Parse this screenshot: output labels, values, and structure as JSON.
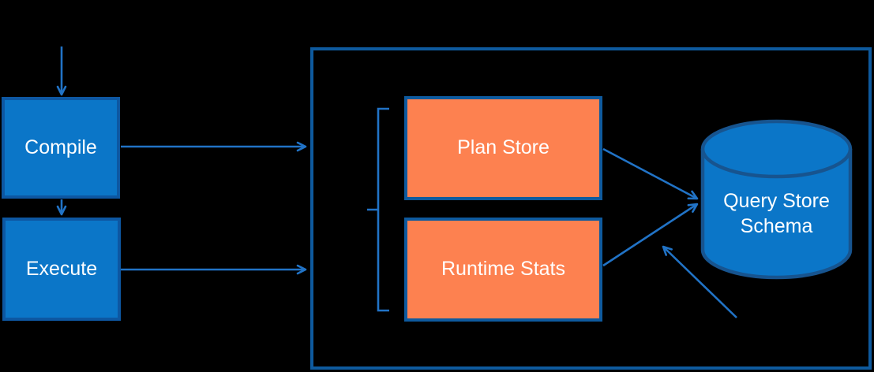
{
  "diagram": {
    "background": "#000000",
    "text_color": "#ffffff",
    "nodes": {
      "compile": {
        "label": "Compile",
        "fill": "#0b76c8",
        "border": "#0d57a2",
        "shape": "rectangle"
      },
      "execute": {
        "label": "Execute",
        "fill": "#0b76c8",
        "border": "#0d57a2",
        "shape": "rectangle"
      },
      "plan_store": {
        "label": "Plan Store",
        "fill": "#fd8150",
        "border": "#0e5a9e",
        "shape": "rectangle"
      },
      "runtime_stats": {
        "label": "Runtime Stats",
        "fill": "#fd8150",
        "border": "#0e5a9e",
        "shape": "rectangle"
      },
      "query_store_schema": {
        "label": "Query Store\nSchema",
        "fill": "#0b76c8",
        "border": "#17548f",
        "shape": "database-cylinder"
      },
      "container": {
        "label": "",
        "border": "#0e5a9e",
        "shape": "rectangle-outline"
      }
    },
    "connectors": {
      "color": "#2173c6",
      "items": [
        {
          "type": "arrow",
          "from": "offscreen-top",
          "to": "compile"
        },
        {
          "type": "arrow",
          "from": "compile",
          "to": "execute"
        },
        {
          "type": "arrow",
          "from": "compile",
          "to": "container"
        },
        {
          "type": "arrow",
          "from": "execute",
          "to": "container"
        },
        {
          "type": "arrow",
          "from": "plan_store",
          "to": "query_store_schema"
        },
        {
          "type": "arrow",
          "from": "runtime_stats",
          "to": "query_store_schema"
        },
        {
          "type": "arrow",
          "from": "container-bottom",
          "to": "query_store_schema"
        },
        {
          "type": "bracket",
          "groups": [
            "plan_store",
            "runtime_stats"
          ]
        }
      ]
    }
  }
}
